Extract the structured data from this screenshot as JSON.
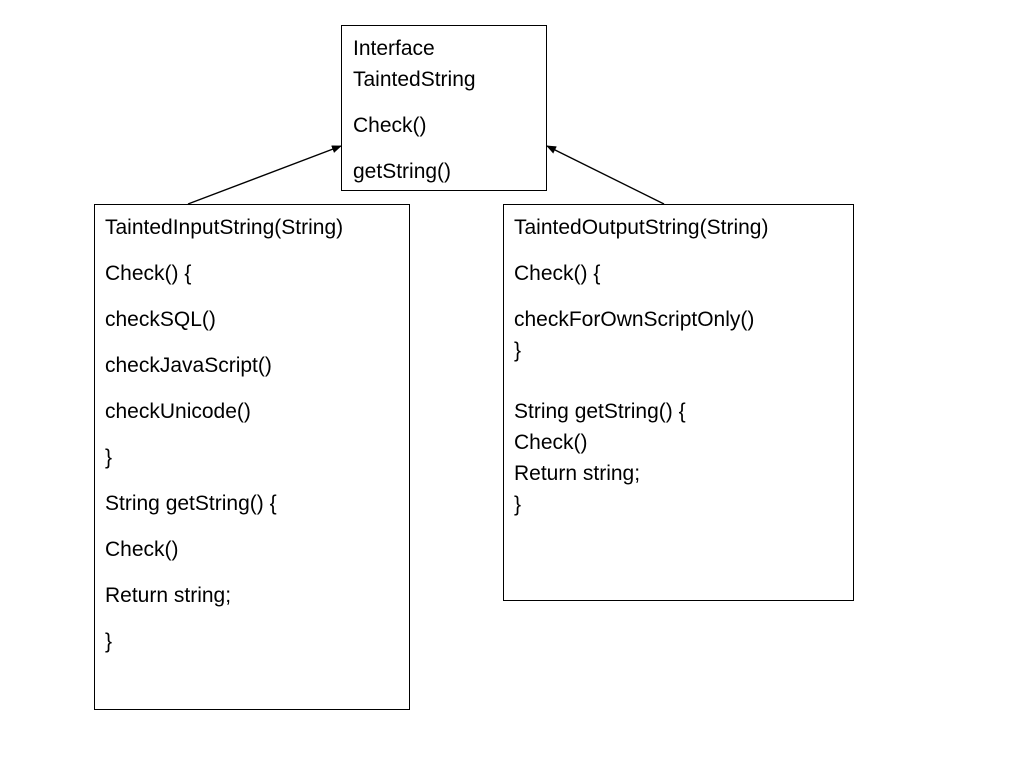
{
  "interface_box": {
    "lines": [
      "Interface",
      "TaintedString",
      "Check()",
      "getString()"
    ]
  },
  "input_box": {
    "lines": [
      "TaintedInputString(String)",
      "Check() {",
      "checkSQL()",
      "checkJavaScript()",
      "checkUnicode()",
      "}",
      "String getString() {",
      "Check()",
      "Return string;",
      "}"
    ]
  },
  "output_box": {
    "lines": [
      "TaintedOutputString(String)",
      "Check() {",
      "checkForOwnScriptOnly()",
      "}",
      "String getString() {",
      "Check()",
      "Return string;",
      "}"
    ]
  },
  "colors": {
    "stroke": "#000000",
    "background": "#ffffff"
  }
}
